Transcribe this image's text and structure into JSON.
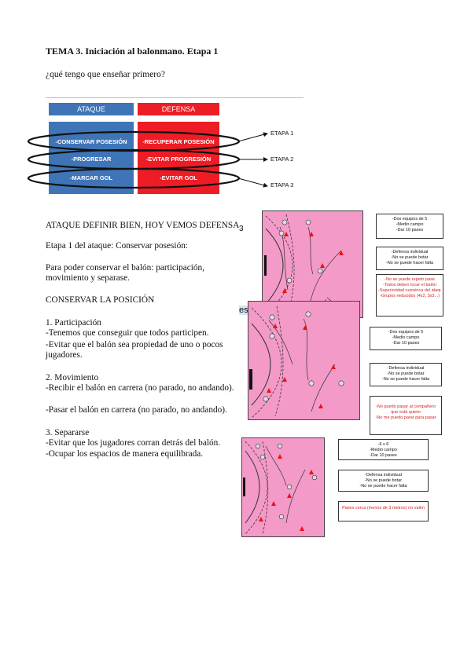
{
  "title": "TEMA 3. Iniciación al balonmano. Etapa 1",
  "question": "¿qué tengo que enseñar primero?",
  "diagram": {
    "attack_header": "ATAQUE",
    "defense_header": "DEFENSA",
    "attack_items": [
      "-CONSERVAR POSESIÓN",
      "-PROGRESAR",
      "-MARCAR GOL"
    ],
    "defense_items": [
      "-RECUPERAR POSESIÓN",
      "-EVITAR PROGRESIÓN",
      "-EVITAR GOL"
    ],
    "stages": [
      "ETAPA 1",
      "ETAPA 2",
      "ETAPA 3"
    ],
    "colors": {
      "attack": "#3f75b7",
      "defense": "#ee1c25"
    }
  },
  "body": {
    "heading1": "ATAQUE DEFINIR BIEN, HOY VEMOS DEFENSA",
    "stage_line": "Etapa 1 del ataque: Conservar posesión:",
    "intro": "Para poder conservar el balón: participación, movimiento y separase.",
    "heading2": "CONSERVAR LA POSICIÓN",
    "s1_title": "1. Participación",
    "s1_lines": [
      "-Tenemos que conseguir que todos participen.",
      "-Evitar que el balón sea propiedad de uno o pocos jugadores."
    ],
    "s2_title": "2. Movimiento",
    "s2_lines": [
      "-Recibir el balón en carrera (no parado, no andando).",
      "-Pasar el balón en carrera (no parado, no andando)."
    ],
    "s3_title": "3. Separarse",
    "s3_lines": [
      "-Evitar que los jugadores corran detrás del balón.",
      "-Ocupar los espacios de manera equilibrada."
    ]
  },
  "fragments": {
    "f1": "3",
    "f2": "es."
  },
  "exercises": [
    {
      "setup": [
        "-Dos equipos de 5",
        "-Medio campo",
        "-Dar 10 pases"
      ],
      "rules": [
        "-Defensa individual",
        "-No se puede botar",
        "-No se puede hacer falta"
      ],
      "variants": [
        "-No se puede repetir pase",
        "-Todos deben tocar el balón",
        "-Superioridad numérica del ataque",
        "-Grupos reducidos (4x2, 3x3...)"
      ]
    },
    {
      "setup": [
        "-Dos equipos de 5",
        "-Medio campo",
        "-Dar 10 pases"
      ],
      "rules": [
        "-Defensa individual",
        "-No se puede botar",
        "-No se puede hacer falta"
      ],
      "variants": [
        "-No puedo pasar al compañero que está quieto",
        "-No me puedo parar para pasar"
      ]
    },
    {
      "setup": [
        "-6 x 6",
        "-Medio campo",
        "-Dar 10 pases"
      ],
      "rules": [
        "-Defensa individual",
        "-No se puede botar",
        "-No se puede hacer falta"
      ],
      "variants": [
        "Pases cerca (menos de 3 metros) no valen"
      ]
    }
  ]
}
